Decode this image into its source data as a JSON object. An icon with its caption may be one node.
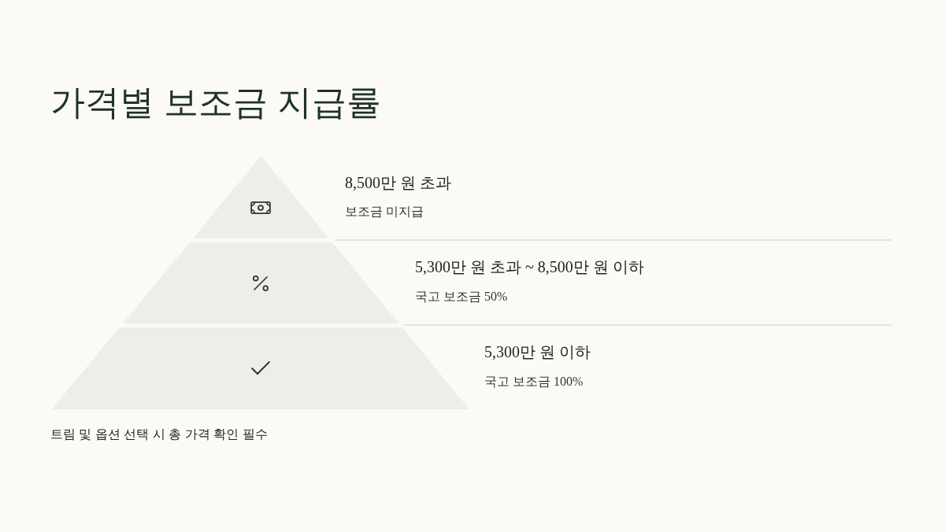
{
  "diagram": {
    "title": "가격별 보조금 지급률",
    "nodes": [
      {
        "text": [],
        "shape": "triangle",
        "beside": [
          "8,500만 원 초과",
          "보조금 미지급"
        ]
      },
      {
        "text": [],
        "shape": "trapezoid",
        "beside": [
          "5,300만 원 초과 ~ 8,500만 원 이하",
          "국고 보조금 50%"
        ]
      },
      {
        "text": [],
        "shape": "trapezoid",
        "beside": [
          "5,300만 원 이하",
          "국고 보조금 100%"
        ]
      }
    ],
    "labels": [
      "트림 및 옵션 선택 시 총 가격 확인 필수"
    ]
  }
}
